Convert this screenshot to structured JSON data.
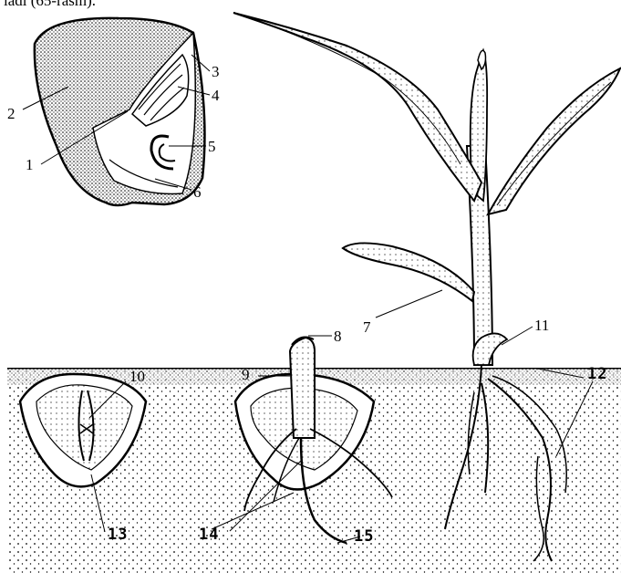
{
  "caption_fragment": "ıadı (65-rasm).",
  "colors": {
    "ink": "#000000",
    "paper": "#ffffff",
    "soil": "#e4e4e4",
    "grain": "#d8d8d8"
  },
  "labels": {
    "l1": "1",
    "l2": "2",
    "l3": "3",
    "l4": "4",
    "l5": "5",
    "l6": "6",
    "l7": "7",
    "l8": "8",
    "l9": "9",
    "l10": "10",
    "l11": "11",
    "l12": "12",
    "l13": "13",
    "l14": "14",
    "l15": "15"
  }
}
